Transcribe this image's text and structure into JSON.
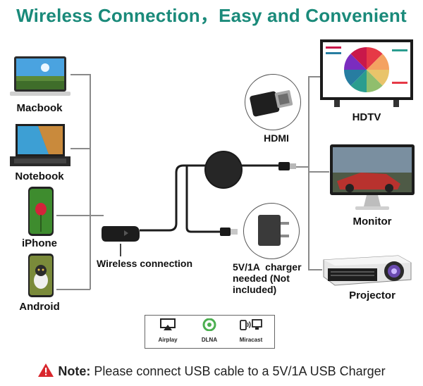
{
  "title": "Wireless Connection，Easy and Convenient",
  "devices_left": [
    {
      "label": "Macbook"
    },
    {
      "label": "Notebook"
    },
    {
      "label": "iPhone"
    },
    {
      "label": "Android"
    }
  ],
  "receiver_label": "Wireless connection",
  "hdmi_label": "HDMI",
  "charger_label_1": "5V/1A  charger",
  "charger_label_2": "needed (Not",
  "charger_label_3": "included)",
  "devices_right": [
    {
      "label": "HDTV"
    },
    {
      "label": "Monitor"
    },
    {
      "label": "Projector"
    }
  ],
  "protocols": [
    {
      "label": "Airplay",
      "icon": "airplay-icon"
    },
    {
      "label": "DLNA",
      "icon": "dlna-icon"
    },
    {
      "label": "Miracast",
      "icon": "miracast-icon"
    }
  ],
  "note": {
    "prefix": "Note:",
    "text": " Please connect USB cable to a 5V/1A USB Charger"
  },
  "colors": {
    "title": "#1a8a7a",
    "warning": "#d9262c",
    "dlna": "#4caf50"
  }
}
